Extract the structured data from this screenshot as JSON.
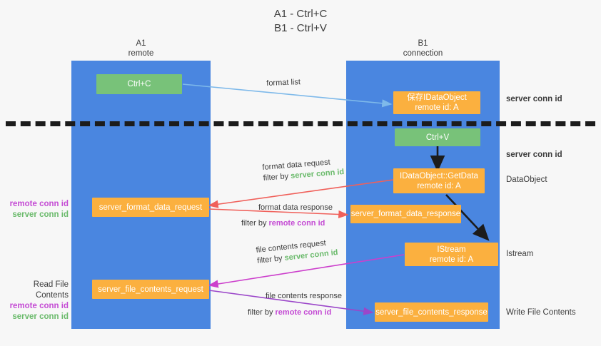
{
  "title": {
    "line1": "A1 - Ctrl+C",
    "line2": "B1 - Ctrl+V"
  },
  "lanes": {
    "a": {
      "name": "A1",
      "role": "remote"
    },
    "b": {
      "name": "B1",
      "role": "connection"
    }
  },
  "nodes": {
    "ctrl_c": {
      "label": "Ctrl+C"
    },
    "save_idataobject": {
      "line1": "保存IDataObject",
      "line2": "remote id: A"
    },
    "ctrl_v": {
      "label": "Ctrl+V"
    },
    "getdata": {
      "line1": "IDataObject::GetData",
      "line2": "remote id: A"
    },
    "istream": {
      "line1": "IStream",
      "line2": "remote id: A"
    },
    "server_format_data_request": {
      "label": "server_format_data_request"
    },
    "server_format_data_response": {
      "label": "server_format_data_response"
    },
    "server_file_contents_request": {
      "label": "server_file_contents_request"
    },
    "server_file_contents_response": {
      "label": "server_file_contents_response"
    }
  },
  "edges": {
    "format_list": {
      "label": "format list"
    },
    "format_data_request": {
      "line1": "format data request",
      "filter_prefix": "filter by ",
      "filter_target": "server conn id"
    },
    "format_data_response": {
      "line1": "format data response",
      "filter_prefix": "filter by ",
      "filter_target": "remote conn id"
    },
    "file_contents_request": {
      "line1": "file contents request",
      "filter_prefix": "filter by ",
      "filter_target": "server conn id"
    },
    "file_contents_response": {
      "line1": "file contents response",
      "filter_prefix": "filter by ",
      "filter_target": "remote conn id"
    }
  },
  "annotations": {
    "server_conn_id_top": "server conn id",
    "server_conn_id_mid": "server conn id",
    "left_conn_ids": {
      "remote": "remote conn id",
      "server": "server conn id"
    },
    "read_file_contents": "Read File Contents",
    "read_conn_ids": {
      "remote": "remote conn id",
      "server": "server conn id"
    },
    "dataobject_note": "DataObject",
    "istream_note": "Istream",
    "write_file_contents": "Write File Contents"
  },
  "colors": {
    "lane": "#4a86e0",
    "green_node": "#78c279",
    "orange_node": "#fbb03f",
    "green_text": "#6aba6b",
    "purple_text": "#c44bd4",
    "blue_arrow": "#7eb9ea",
    "red_arrow": "#f0605a",
    "magenta_arrow": "#cc3fcc",
    "purple_arrow": "#9b46c9",
    "black_arrow": "#1c1c1c",
    "background": "#f7f7f7"
  }
}
